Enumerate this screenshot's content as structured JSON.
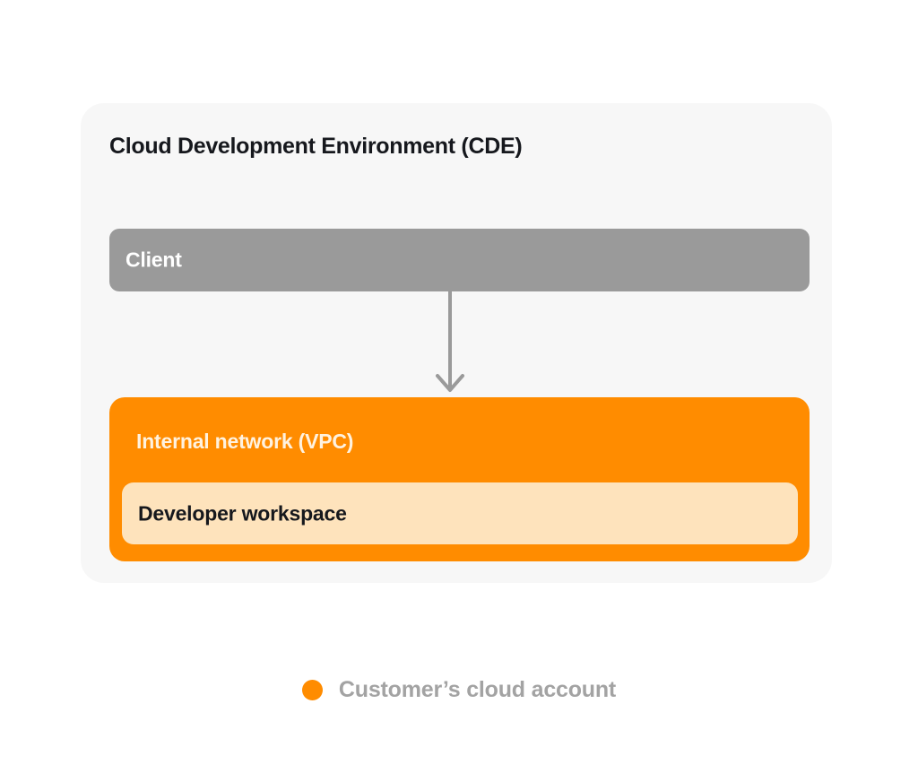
{
  "diagram": {
    "card": {
      "title": "Cloud Development Environment (CDE)",
      "background_color": "#F7F7F7"
    },
    "client": {
      "label": "Client",
      "background_color": "#9A9A9A",
      "text_color": "#FFFFFF"
    },
    "connector": {
      "name": "arrow-down",
      "color": "#9A9A9A",
      "from": "Client",
      "to": "Internal network (VPC)"
    },
    "vpc": {
      "label": "Internal network (VPC)",
      "background_color": "#FF8C00",
      "text_color": "#FFF2DF"
    },
    "workspace": {
      "label": "Developer workspace",
      "background_color": "#FEE3BC",
      "text_color": "#16181D"
    },
    "legend": {
      "items": [
        {
          "label": "Customer’s cloud account",
          "color": "#FF8C00",
          "text_color": "#A3A3A3"
        }
      ]
    }
  }
}
